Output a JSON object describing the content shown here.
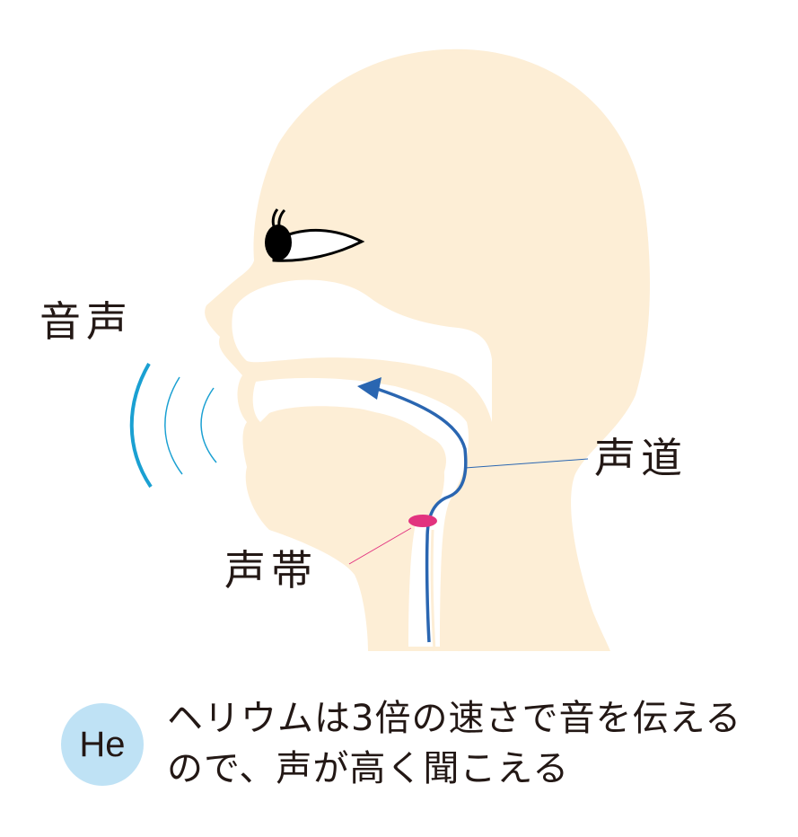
{
  "labels": {
    "voice": "音声",
    "vocal_tract": "声道",
    "vocal_cords": "声帯"
  },
  "badge": {
    "symbol": "He",
    "color": "#bfe2f5"
  },
  "caption": {
    "line1": "ヘリウムは3倍の速さで音を伝える",
    "line2": "ので、声が高く聞こえる"
  },
  "colors": {
    "skin": "#fdeed6",
    "airflow": "#2a66b1",
    "vocal_cord": "#e2337f",
    "sound_wave": "#1aa0d2",
    "text": "#231815"
  }
}
